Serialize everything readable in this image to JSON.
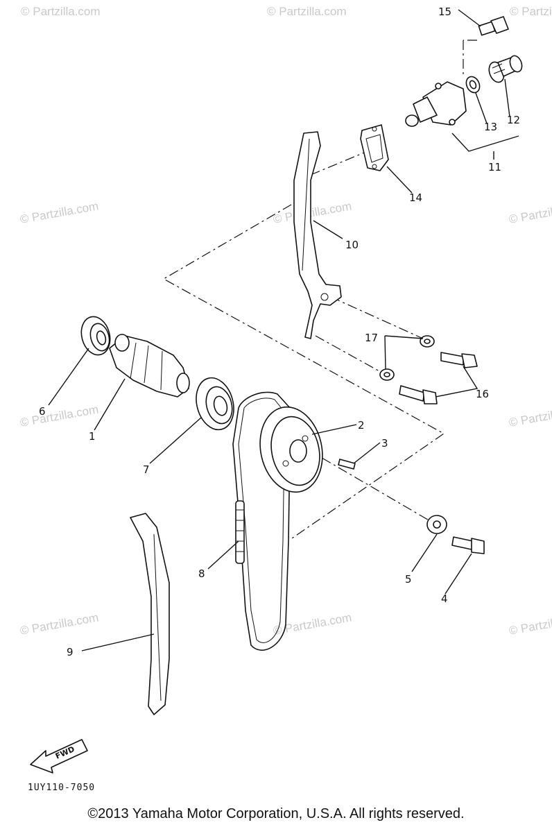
{
  "watermark": "© Partzilla.com",
  "callouts": {
    "c1": "1",
    "c2": "2",
    "c3": "3",
    "c4": "4",
    "c5": "5",
    "c6": "6",
    "c7": "7",
    "c8": "8",
    "c9": "9",
    "c10": "10",
    "c11": "11",
    "c12": "12",
    "c13": "13",
    "c14": "14",
    "c15": "15",
    "c16": "16",
    "c17": "17"
  },
  "fwd_label": "FWD",
  "drawing_code": "1UY110-7050",
  "copyright": "©2013 Yamaha Motor Corporation, U.S.A. All rights reserved."
}
